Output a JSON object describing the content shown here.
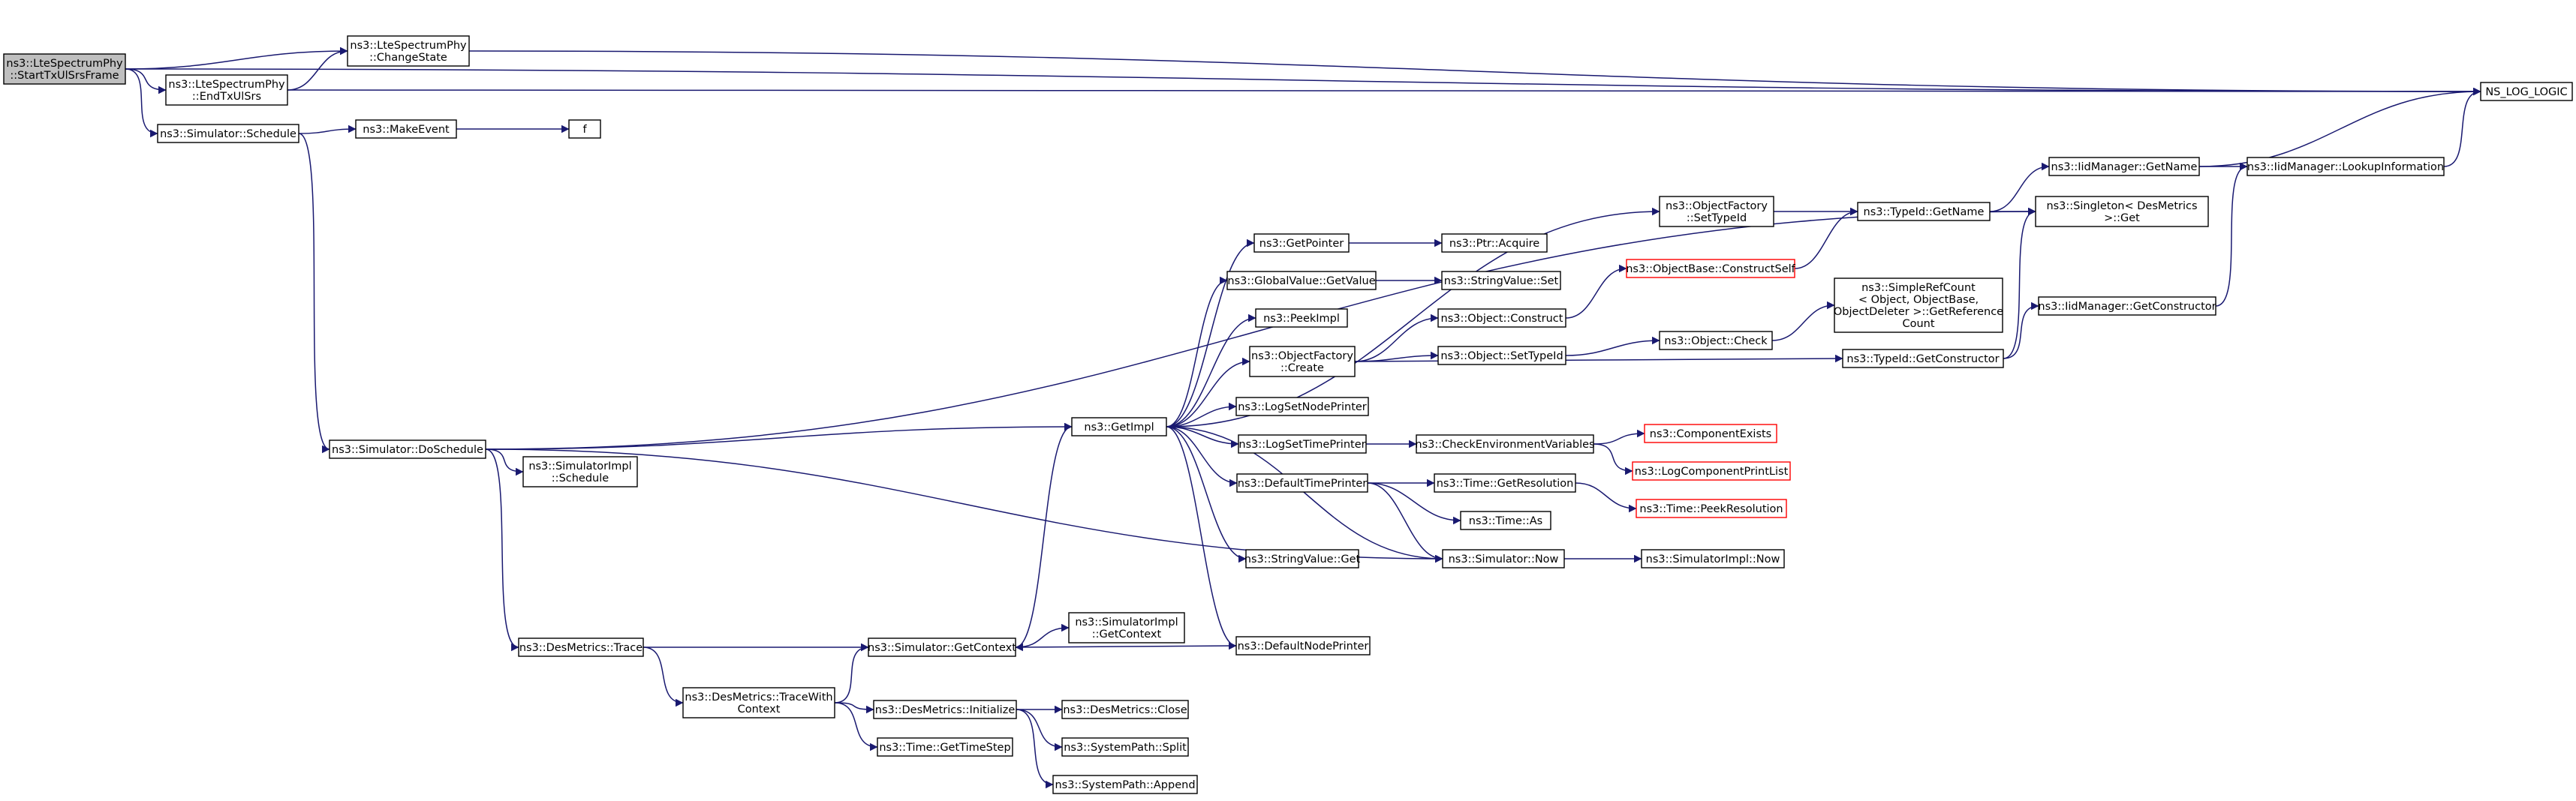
{
  "graph": {
    "title": "",
    "colors": {
      "edge": "#191970",
      "root_fill": "#bfbfbf",
      "node_border": "#000000",
      "truncated_border": "#ff0000"
    },
    "nodes": [
      {
        "id": "root",
        "label": "ns3::LteSpectrumPhy\n::StartTxUlSrsFrame",
        "style": "root"
      },
      {
        "id": "changestate",
        "label": "ns3::LteSpectrumPhy\n::ChangeState"
      },
      {
        "id": "endtx",
        "label": "ns3::LteSpectrumPhy\n::EndTxUlSrs"
      },
      {
        "id": "nslog",
        "label": "NS_LOG_LOGIC"
      },
      {
        "id": "schedule",
        "label": "ns3::Simulator::Schedule"
      },
      {
        "id": "makeevent",
        "label": "ns3::MakeEvent"
      },
      {
        "id": "f",
        "label": "f"
      },
      {
        "id": "doschedule",
        "label": "ns3::Simulator::DoSchedule"
      },
      {
        "id": "implschedule",
        "label": "ns3::SimulatorImpl\n::Schedule"
      },
      {
        "id": "getimpl",
        "label": "ns3::GetImpl"
      },
      {
        "id": "objfactsettypeid",
        "label": "ns3::ObjectFactory\n::SetTypeId"
      },
      {
        "id": "getpointer",
        "label": "ns3::GetPointer"
      },
      {
        "id": "ptracquire",
        "label": "ns3::Ptr::Acquire"
      },
      {
        "id": "globalvalueget",
        "label": "ns3::GlobalValue::GetValue"
      },
      {
        "id": "stringvalueset",
        "label": "ns3::StringValue::Set"
      },
      {
        "id": "peekimpl",
        "label": "ns3::PeekImpl"
      },
      {
        "id": "objfactcreate",
        "label": "ns3::ObjectFactory\n::Create"
      },
      {
        "id": "logsetnodeprinter",
        "label": "ns3::LogSetNodePrinter"
      },
      {
        "id": "logsettimeprinter",
        "label": "ns3::LogSetTimePrinter"
      },
      {
        "id": "defaulttimeprinter",
        "label": "ns3::DefaultTimePrinter"
      },
      {
        "id": "stringvalueget",
        "label": "ns3::StringValue::Get"
      },
      {
        "id": "defaultnodeprinter",
        "label": "ns3::DefaultNodePrinter"
      },
      {
        "id": "objectbaseconstructself",
        "label": "ns3::ObjectBase::ConstructSelf",
        "style": "truncated"
      },
      {
        "id": "objectconstruct",
        "label": "ns3::Object::Construct"
      },
      {
        "id": "objectsettypeid",
        "label": "ns3::Object::SetTypeId"
      },
      {
        "id": "objectcheck",
        "label": "ns3::Object::Check"
      },
      {
        "id": "simplerefcount",
        "label": "ns3::SimpleRefCount\n< Object, ObjectBase,\n ObjectDeleter >::GetReference\nCount"
      },
      {
        "id": "typeidgetname",
        "label": "ns3::TypeId::GetName"
      },
      {
        "id": "typeidgetconstructor",
        "label": "ns3::TypeId::GetConstructor"
      },
      {
        "id": "iidmanagergetname",
        "label": "ns3::IidManager::GetName"
      },
      {
        "id": "iidmanagerlookup",
        "label": "ns3::IidManager::LookupInformation"
      },
      {
        "id": "singletonget",
        "label": "ns3::Singleton< DesMetrics\n >::Get"
      },
      {
        "id": "iidmanagergetconstructor",
        "label": "ns3::IidManager::GetConstructor"
      },
      {
        "id": "checkenvvars",
        "label": "ns3::CheckEnvironmentVariables"
      },
      {
        "id": "componentexists",
        "label": "ns3::ComponentExists",
        "style": "truncated"
      },
      {
        "id": "logcomponentprintlist",
        "label": "ns3::LogComponentPrintList",
        "style": "truncated"
      },
      {
        "id": "timegetresolution",
        "label": "ns3::Time::GetResolution"
      },
      {
        "id": "timepeekresolution",
        "label": "ns3::Time::PeekResolution",
        "style": "truncated"
      },
      {
        "id": "timeas",
        "label": "ns3::Time::As"
      },
      {
        "id": "simulatornow",
        "label": "ns3::Simulator::Now"
      },
      {
        "id": "simulatorimplnow",
        "label": "ns3::SimulatorImpl::Now"
      },
      {
        "id": "desmetricstrace",
        "label": "ns3::DesMetrics::Trace"
      },
      {
        "id": "simulatorgetcontext",
        "label": "ns3::Simulator::GetContext"
      },
      {
        "id": "simulatorimplgetcontext",
        "label": "ns3::SimulatorImpl\n::GetContext"
      },
      {
        "id": "tracewithcontext",
        "label": "ns3::DesMetrics::TraceWith\nContext"
      },
      {
        "id": "desmetricsinitialize",
        "label": "ns3::DesMetrics::Initialize"
      },
      {
        "id": "desmetricsclose",
        "label": "ns3::DesMetrics::Close"
      },
      {
        "id": "systempathsplit",
        "label": "ns3::SystemPath::Split"
      },
      {
        "id": "systempathappend",
        "label": "ns3::SystemPath::Append"
      },
      {
        "id": "timegettimestep",
        "label": "ns3::Time::GetTimeStep"
      }
    ],
    "edges": [
      [
        "root",
        "changestate"
      ],
      [
        "root",
        "endtx"
      ],
      [
        "root",
        "nslog"
      ],
      [
        "root",
        "schedule"
      ],
      [
        "changestate",
        "nslog"
      ],
      [
        "endtx",
        "changestate"
      ],
      [
        "endtx",
        "nslog"
      ],
      [
        "schedule",
        "makeevent"
      ],
      [
        "schedule",
        "doschedule"
      ],
      [
        "makeevent",
        "f"
      ],
      [
        "doschedule",
        "singletonget"
      ],
      [
        "doschedule",
        "getimpl"
      ],
      [
        "doschedule",
        "implschedule"
      ],
      [
        "doschedule",
        "simulatornow"
      ],
      [
        "doschedule",
        "desmetricstrace"
      ],
      [
        "getimpl",
        "objfactsettypeid"
      ],
      [
        "getimpl",
        "getpointer"
      ],
      [
        "getimpl",
        "globalvalueget"
      ],
      [
        "getimpl",
        "peekimpl"
      ],
      [
        "getimpl",
        "objfactcreate"
      ],
      [
        "getimpl",
        "logsetnodeprinter"
      ],
      [
        "getimpl",
        "logsettimeprinter"
      ],
      [
        "getimpl",
        "defaulttimeprinter"
      ],
      [
        "getimpl",
        "stringvalueget"
      ],
      [
        "getimpl",
        "defaultnodeprinter"
      ],
      [
        "getimpl",
        "simulatornow"
      ],
      [
        "objfactsettypeid",
        "typeidgetname"
      ],
      [
        "getpointer",
        "ptracquire"
      ],
      [
        "globalvalueget",
        "stringvalueset"
      ],
      [
        "objfactcreate",
        "objectconstruct"
      ],
      [
        "objfactcreate",
        "objectsettypeid"
      ],
      [
        "objfactcreate",
        "typeidgetconstructor"
      ],
      [
        "objectconstruct",
        "objectbaseconstructself"
      ],
      [
        "objectbaseconstructself",
        "typeidgetname"
      ],
      [
        "objectsettypeid",
        "objectcheck"
      ],
      [
        "objectcheck",
        "simplerefcount"
      ],
      [
        "typeidgetname",
        "iidmanagergetname"
      ],
      [
        "typeidgetname",
        "singletonget"
      ],
      [
        "iidmanagergetname",
        "nslog"
      ],
      [
        "iidmanagergetname",
        "iidmanagerlookup"
      ],
      [
        "iidmanagerlookup",
        "nslog"
      ],
      [
        "typeidgetconstructor",
        "singletonget"
      ],
      [
        "typeidgetconstructor",
        "iidmanagergetconstructor"
      ],
      [
        "iidmanagergetconstructor",
        "iidmanagerlookup"
      ],
      [
        "logsettimeprinter",
        "checkenvvars"
      ],
      [
        "checkenvvars",
        "componentexists"
      ],
      [
        "checkenvvars",
        "logcomponentprintlist"
      ],
      [
        "defaulttimeprinter",
        "timegetresolution"
      ],
      [
        "defaulttimeprinter",
        "timeas"
      ],
      [
        "defaulttimeprinter",
        "simulatornow"
      ],
      [
        "timegetresolution",
        "timepeekresolution"
      ],
      [
        "simulatornow",
        "simulatorimplnow"
      ],
      [
        "defaultnodeprinter",
        "simulatorgetcontext"
      ],
      [
        "desmetricstrace",
        "simulatorgetcontext"
      ],
      [
        "desmetricstrace",
        "tracewithcontext"
      ],
      [
        "simulatorgetcontext",
        "getimpl"
      ],
      [
        "simulatorgetcontext",
        "simulatorimplgetcontext"
      ],
      [
        "tracewithcontext",
        "simulatorgetcontext"
      ],
      [
        "tracewithcontext",
        "desmetricsinitialize"
      ],
      [
        "tracewithcontext",
        "timegettimestep"
      ],
      [
        "desmetricsinitialize",
        "desmetricsclose"
      ],
      [
        "desmetricsinitialize",
        "systempathsplit"
      ],
      [
        "desmetricsinitialize",
        "systempathappend"
      ]
    ]
  }
}
